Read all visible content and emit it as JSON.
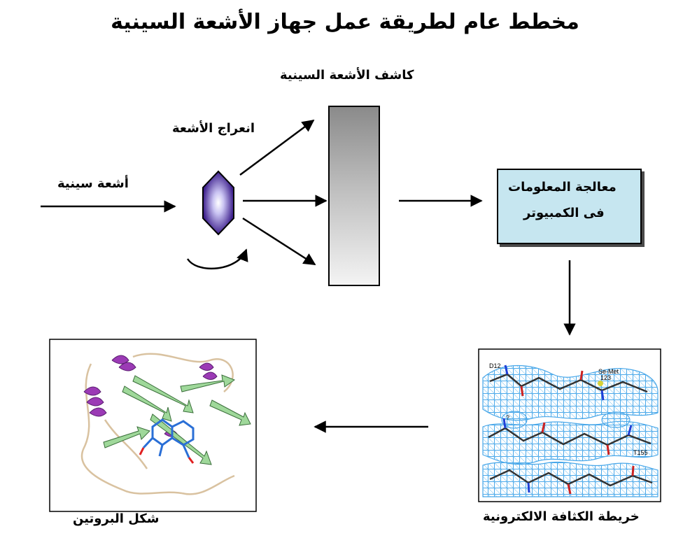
{
  "title": "مخطط عام لطريقة عمل جهاز الأشعة السينية",
  "labels": {
    "detector": "كاشف الأشعة السينية",
    "diffraction": "انعراج الأشعة",
    "xray": "أشعة سينية",
    "processing_line1": "معالجة المعلومات",
    "processing_line2": "فى الكمبيوتر",
    "density_map": "خريطة الكثافة الالكترونية",
    "protein_shape": "شكل البروتين"
  },
  "density_map_annotations": {
    "residue_1": "D12",
    "residue_2_line1": "Se-Met",
    "residue_2_line2": "123",
    "residue_3": "T155",
    "residue_4": "?"
  },
  "colors": {
    "processing_box": "#c6e6f0",
    "crystal": "#3d1f8c",
    "density_mesh": "#3fa3e8",
    "helix": "#9b3ab5",
    "sheet": "#9fd89a",
    "ligand": "#2a6fd6"
  }
}
